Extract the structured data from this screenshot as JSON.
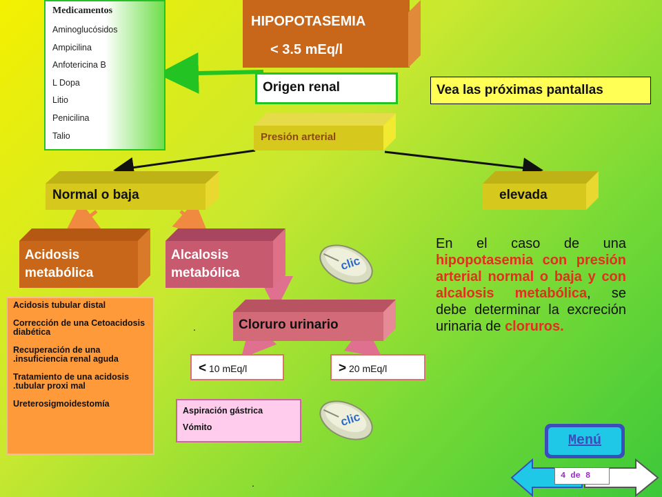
{
  "medications": {
    "title": "Medicamentos",
    "items": [
      "Aminoglucósidos",
      "Ampicilina",
      "Anfotericina B",
      "L Dopa",
      "Litio",
      "Penicilina",
      "Talio"
    ]
  },
  "header": {
    "title": "HIPOPOTASEMIA",
    "value": "< 3.5 mEq/l"
  },
  "origin": "Origen renal",
  "notice": "Vea las próximas pantallas",
  "pressure": "Presión arterial",
  "normal_low": "Normal o baja",
  "elevated": "elevada",
  "acidosis": {
    "line1": "Acidosis",
    "line2": "metabólica"
  },
  "alkalosis": {
    "line1": "Alcalosis",
    "line2": "metabólica"
  },
  "clic_label": "clic",
  "acidosis_causes": [
    "Acidosis  tubular distal",
    "Corrección de una Cetoacidosis diabética",
    "Recuperación de una .insuficiencia renal aguda",
    "Tratamiento de una acidosis .tubular proxi mal",
    "Ureterosigmoidestomía"
  ],
  "urinary_chloride": "Cloruro urinario",
  "low_chloride": {
    "sym": "<",
    "value": "10 mEq/l"
  },
  "high_chloride": {
    "sym": ">",
    "value": "20 mEq/l"
  },
  "low_chloride_causes": [
    "Aspiración gástrica",
    "Vómito"
  ],
  "explanation": {
    "p1": "En el caso de una ",
    "r1": "hipopotasemia con presión arterial normal o baja y con alcalosis metabólica",
    "p2": ", se debe determinar la excreción urinaria de ",
    "r2": "cloruros.",
    "p3": ""
  },
  "dots": [
    ".",
    "."
  ],
  "nav": {
    "menu": "Menú",
    "page": "4 de 8"
  },
  "colors": {
    "header_box": "#c8661a",
    "pressure_box": "#d6c81c",
    "acidosis_box": "#c8661a",
    "alkalosis_box": "#c85a70",
    "chloride_box": "#d26a78",
    "highlight_red": "#e0301e"
  }
}
